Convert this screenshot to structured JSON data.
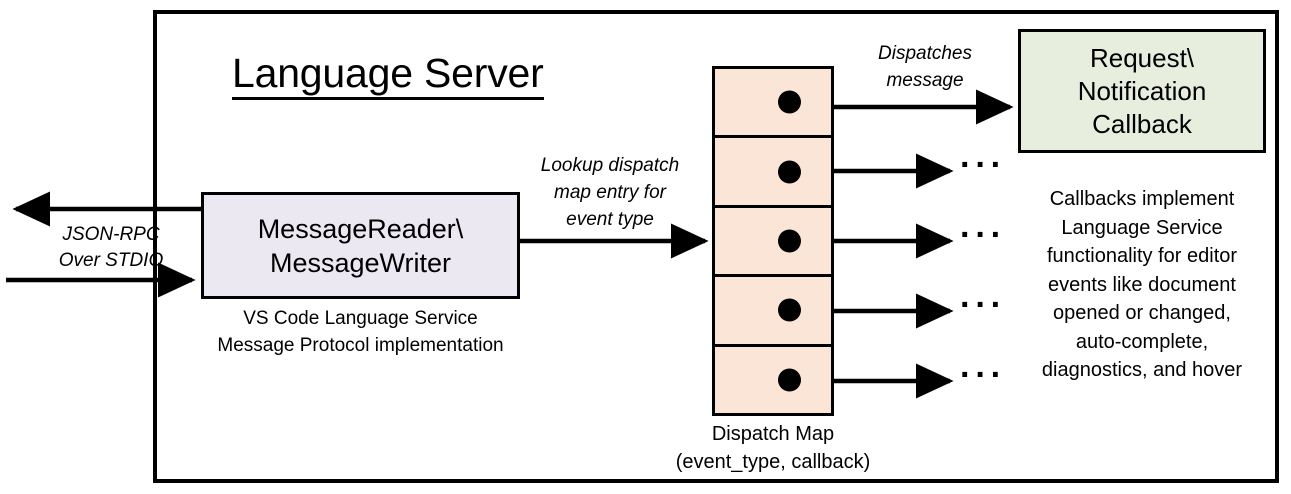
{
  "diagram": {
    "title": "Language Server",
    "frame_color": "#000000",
    "background": "#ffffff"
  },
  "left_io": {
    "label_line1": "JSON-RPC",
    "label_line2": "Over STDIO",
    "outbound_arrow": "arrow-left",
    "inbound_arrow": "arrow-right"
  },
  "reader_writer": {
    "line1": "MessageReader\\",
    "line2": "MessageWriter",
    "caption_line1": "VS Code Language Service",
    "caption_line2": "Message Protocol implementation",
    "fill": "#EBE8F2"
  },
  "lookup_arrow": {
    "label_line1": "Lookup dispatch",
    "label_line2": "map entry for",
    "label_line3": "event type"
  },
  "dispatch_map": {
    "caption_line1": "Dispatch Map",
    "caption_line2": "(event_type, callback)",
    "fill": "#FBE5D6",
    "cells": [
      {
        "index": 1,
        "dot": "bullet-dot"
      },
      {
        "index": 2,
        "dot": "bullet-dot"
      },
      {
        "index": 3,
        "dot": "bullet-dot"
      },
      {
        "index": 4,
        "dot": "bullet-dot"
      },
      {
        "index": 5,
        "dot": "bullet-dot"
      }
    ]
  },
  "dispatch_arrow": {
    "label_line1": "Dispatches",
    "label_line2": "message"
  },
  "callback": {
    "line1": "Request\\",
    "line2": "Notification",
    "line3": "Callback",
    "fill": "#E8EEDE",
    "caption_line1": "Callbacks implement",
    "caption_line2": "Language Service",
    "caption_line3": "functionality for editor",
    "caption_line4": "events like document",
    "caption_line5": "opened or changed,",
    "caption_line6": "auto-complete,",
    "caption_line7": "diagnostics, and hover"
  },
  "ellipses": {
    "row2": "···",
    "row3": "···",
    "row4": "···",
    "row5": "···"
  }
}
